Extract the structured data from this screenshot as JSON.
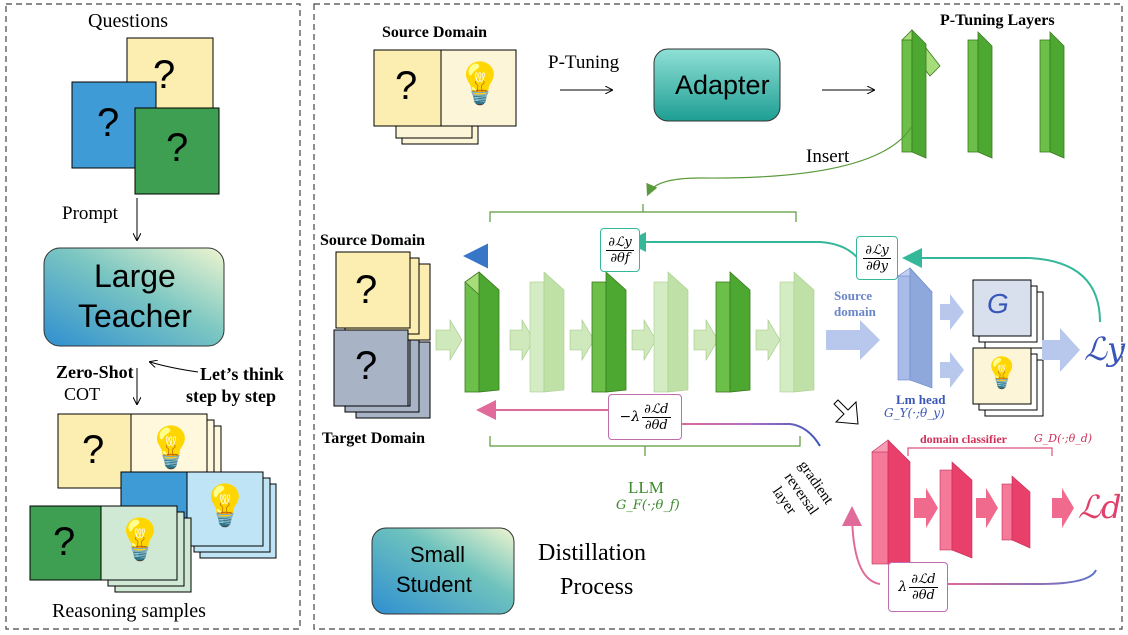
{
  "left_panel": {
    "questions_label": "Questions",
    "prompt_label": "Prompt",
    "teacher_label_line1": "Large",
    "teacher_label_line2": "Teacher",
    "zero_shot_label": "Zero-Shot",
    "cot_label": "COT",
    "lets_think_line1": "Let’s think",
    "lets_think_line2": "step by step",
    "reasoning_label": "Reasoning samples"
  },
  "top_row": {
    "source_domain_label": "Source Domain",
    "p_tuning_label": "P-Tuning",
    "adapter_label": "Adapter",
    "p_tuning_layers_label": "P-Tuning Layers",
    "insert_label": "Insert"
  },
  "main": {
    "source_domain_label": "Source Domain",
    "target_domain_label": "Target Domain",
    "source_domain_flow_line1": "Source",
    "source_domain_flow_line2": "domain",
    "lm_head_label": "Lm head",
    "lm_head_func": "G_Y(·;θ_y)",
    "grad_y_f_num": "∂ℒy",
    "grad_y_f_den": "∂θf",
    "grad_y_y_num": "∂ℒy",
    "grad_y_y_den": "∂θy",
    "grad_d_neg_prefix": "−λ",
    "grad_d_num": "∂ℒd",
    "grad_d_den": "∂θd",
    "grad_d_pos_prefix": "λ",
    "llm_label": "LLM",
    "llm_func": "G_F(·;θ_f)",
    "domain_classifier_label": "domain classifier",
    "domain_classifier_func": "G_D(·;θ_d)",
    "gradient_reversal_line1": "gradient",
    "gradient_reversal_line2": "reversal",
    "gradient_reversal_line3": "layer",
    "loss_y": "ℒy",
    "loss_d": "ℒd",
    "g_glyph": "G"
  },
  "bottom": {
    "student_line1": "Small",
    "student_line2": "Student",
    "process_line1": "Distillation",
    "process_line2": "Process"
  },
  "colors": {
    "yellow_card": "#fbeeb0",
    "blue_card": "#3f9bd6",
    "green_card": "#3e9e52",
    "slate_card": "#a8b3c6",
    "layer_green": "#6cc04a",
    "layer_light": "#c7e6b4",
    "lm_head": "#8fa8dc",
    "classifier": "#f0507a",
    "teal_arrow": "#35b89a",
    "blue_arrow": "#3a86c8",
    "pink_arrow": "#e06a9a"
  }
}
